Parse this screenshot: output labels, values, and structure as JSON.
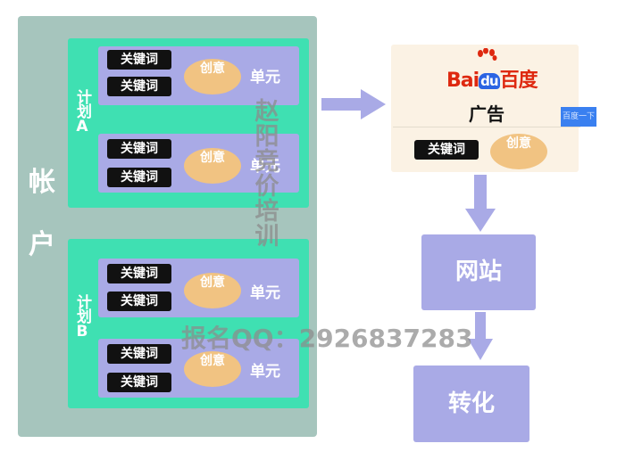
{
  "account": {
    "label": "帐户"
  },
  "plans": [
    {
      "label": "计划A",
      "units": [
        {
          "keywords": [
            "关键词",
            "关键词"
          ],
          "idea": "创意",
          "label": "单元"
        },
        {
          "keywords": [
            "关键词",
            "关键词"
          ],
          "idea": "创意",
          "label": "单元"
        }
      ]
    },
    {
      "label": "计划B",
      "units": [
        {
          "keywords": [
            "关键词",
            "关键词"
          ],
          "idea": "创意",
          "label": "单元"
        },
        {
          "keywords": [
            "关键词",
            "关键词"
          ],
          "idea": "创意",
          "label": "单元"
        }
      ]
    }
  ],
  "baidu": {
    "logo_bai": "Bai",
    "logo_du": "du",
    "logo_cn": "百度",
    "ad_label": "广告",
    "search_button": "百度一下",
    "keyword": "关键词",
    "idea": "创意"
  },
  "flow": {
    "website": "网站",
    "conversion": "转化"
  },
  "watermark": {
    "vertical": "赵阳竞价培训",
    "horizontal": "报名QQ：2926837283"
  },
  "colors": {
    "account_bg": "#a6c5bd",
    "plan_bg": "#3fe0b2",
    "unit_bg": "#a9aae6",
    "idea_bg": "#f1c382",
    "keyword_bg": "#111111",
    "ad_bg": "#fbf2e4",
    "arrow": "#a9aae6"
  }
}
